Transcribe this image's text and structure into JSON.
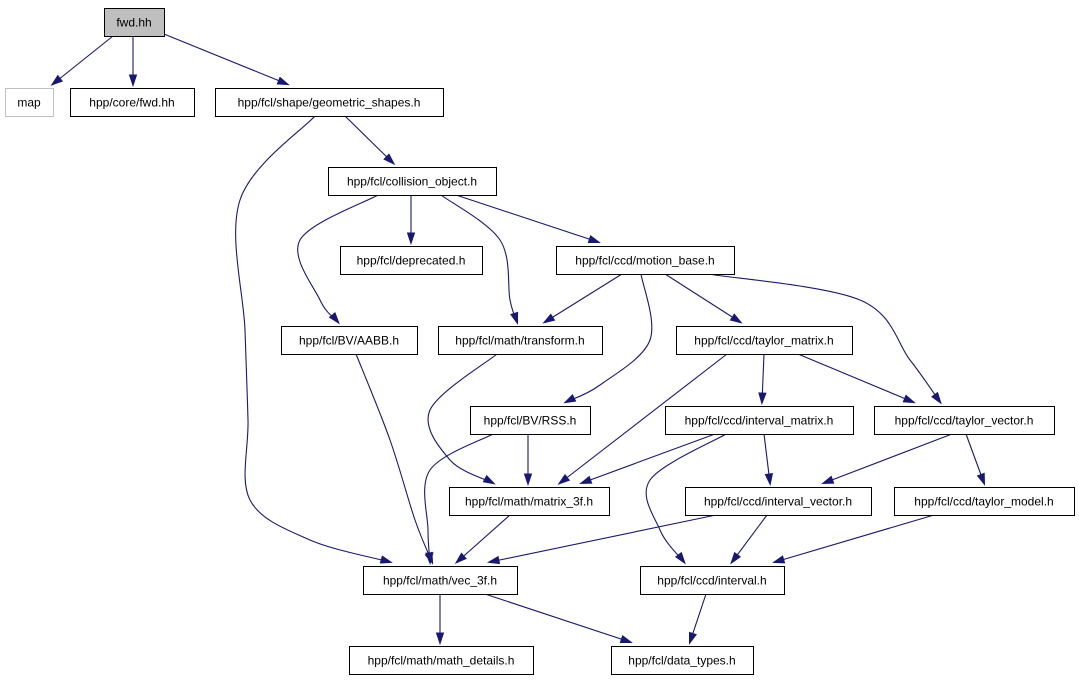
{
  "graph": {
    "edge_color": "#191970",
    "root_fill": "#bfbfbf",
    "external_stroke": "#bfbfbf",
    "nodes": [
      {
        "id": "fwd",
        "label": "fwd.hh",
        "root": true
      },
      {
        "id": "map",
        "label": "map",
        "external": true
      },
      {
        "id": "core_fwd",
        "label": "hpp/core/fwd.hh"
      },
      {
        "id": "geom",
        "label": "hpp/fcl/shape/geometric_shapes.h"
      },
      {
        "id": "collobj",
        "label": "hpp/fcl/collision_object.h"
      },
      {
        "id": "deprecated",
        "label": "hpp/fcl/deprecated.h"
      },
      {
        "id": "motion",
        "label": "hpp/fcl/ccd/motion_base.h"
      },
      {
        "id": "aabb",
        "label": "hpp/fcl/BV/AABB.h"
      },
      {
        "id": "transform",
        "label": "hpp/fcl/math/transform.h"
      },
      {
        "id": "taylor_matrix",
        "label": "hpp/fcl/ccd/taylor_matrix.h"
      },
      {
        "id": "rss",
        "label": "hpp/fcl/BV/RSS.h"
      },
      {
        "id": "interval_matrix",
        "label": "hpp/fcl/ccd/interval_matrix.h"
      },
      {
        "id": "taylor_vector",
        "label": "hpp/fcl/ccd/taylor_vector.h"
      },
      {
        "id": "matrix3f",
        "label": "hpp/fcl/math/matrix_3f.h"
      },
      {
        "id": "interval_vector",
        "label": "hpp/fcl/ccd/interval_vector.h"
      },
      {
        "id": "taylor_model",
        "label": "hpp/fcl/ccd/taylor_model.h"
      },
      {
        "id": "vec3f",
        "label": "hpp/fcl/math/vec_3f.h"
      },
      {
        "id": "interval",
        "label": "hpp/fcl/ccd/interval.h"
      },
      {
        "id": "math_details",
        "label": "hpp/fcl/math/math_details.h"
      },
      {
        "id": "data_types",
        "label": "hpp/fcl/data_types.h"
      }
    ],
    "edges": [
      {
        "from": "fwd",
        "to": "map"
      },
      {
        "from": "fwd",
        "to": "core_fwd"
      },
      {
        "from": "fwd",
        "to": "geom"
      },
      {
        "from": "geom",
        "to": "collobj"
      },
      {
        "from": "geom",
        "to": "vec3f"
      },
      {
        "from": "collobj",
        "to": "deprecated"
      },
      {
        "from": "collobj",
        "to": "motion"
      },
      {
        "from": "collobj",
        "to": "aabb"
      },
      {
        "from": "collobj",
        "to": "transform"
      },
      {
        "from": "motion",
        "to": "transform"
      },
      {
        "from": "motion",
        "to": "taylor_matrix"
      },
      {
        "from": "motion",
        "to": "rss"
      },
      {
        "from": "motion",
        "to": "taylor_vector"
      },
      {
        "from": "aabb",
        "to": "vec3f"
      },
      {
        "from": "transform",
        "to": "matrix3f"
      },
      {
        "from": "taylor_matrix",
        "to": "interval_matrix"
      },
      {
        "from": "taylor_matrix",
        "to": "taylor_vector"
      },
      {
        "from": "taylor_matrix",
        "to": "matrix3f"
      },
      {
        "from": "rss",
        "to": "matrix3f"
      },
      {
        "from": "rss",
        "to": "vec3f"
      },
      {
        "from": "interval_matrix",
        "to": "matrix3f"
      },
      {
        "from": "interval_matrix",
        "to": "interval_vector"
      },
      {
        "from": "interval_matrix",
        "to": "interval"
      },
      {
        "from": "taylor_vector",
        "to": "interval_vector"
      },
      {
        "from": "taylor_vector",
        "to": "taylor_model"
      },
      {
        "from": "matrix3f",
        "to": "vec3f"
      },
      {
        "from": "interval_vector",
        "to": "vec3f"
      },
      {
        "from": "interval_vector",
        "to": "interval"
      },
      {
        "from": "taylor_model",
        "to": "interval"
      },
      {
        "from": "vec3f",
        "to": "math_details"
      },
      {
        "from": "vec3f",
        "to": "data_types"
      },
      {
        "from": "interval",
        "to": "data_types"
      }
    ]
  }
}
